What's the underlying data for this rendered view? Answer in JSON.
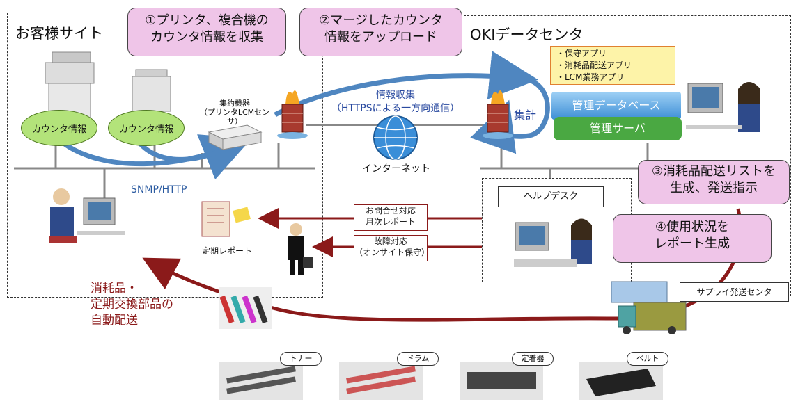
{
  "customer_site": {
    "title": "お客様サイト"
  },
  "oki_center": {
    "title": "OKIデータセンタ"
  },
  "callouts": {
    "step1": "①プリンタ、複合機の\nカウンタ情報を収集",
    "step2": "②マージしたカウンタ\n情報をアップロード",
    "step3": "③消耗品配送リストを\n生成、発送指示",
    "step4": "④使用状況を\nレポート生成"
  },
  "counter_info_1": "カウンタ情報",
  "counter_info_2": "カウンタ情報",
  "aggregator_label": "集約機器\n（プリンタLCMセンサ）",
  "snmp_label": "SNMP/HTTP",
  "info_collect": "情報収集\n（HTTPSによる一方向通信）",
  "internet": "インターネット",
  "tally": "集計",
  "apps": [
    "・保守アプリ",
    "・消耗品配送アプリ",
    "・LCM業務アプリ"
  ],
  "mgmt_db": "管理データベース",
  "mgmt_server": "管理サーバ",
  "helpdesk": "ヘルプデスク",
  "inquiry": "お問合せ対応\n月次レポート",
  "failure": "故障対応\n（オンサイト保守）",
  "periodic_report": "定期レポート",
  "auto_delivery": "消耗品・\n定期交換部品の\n自動配送",
  "supply_center": "サプライ発送センタ",
  "parts": [
    "トナー",
    "ドラム",
    "定着器",
    "ベルト"
  ],
  "colors": {
    "callout": "#efc5e8",
    "blue_arrow": "#4f86c0",
    "red_arrow": "#8b1a1a",
    "oval": "#b3e37a",
    "db_blue": "#3d8fd6",
    "server_green": "#4aa842"
  }
}
